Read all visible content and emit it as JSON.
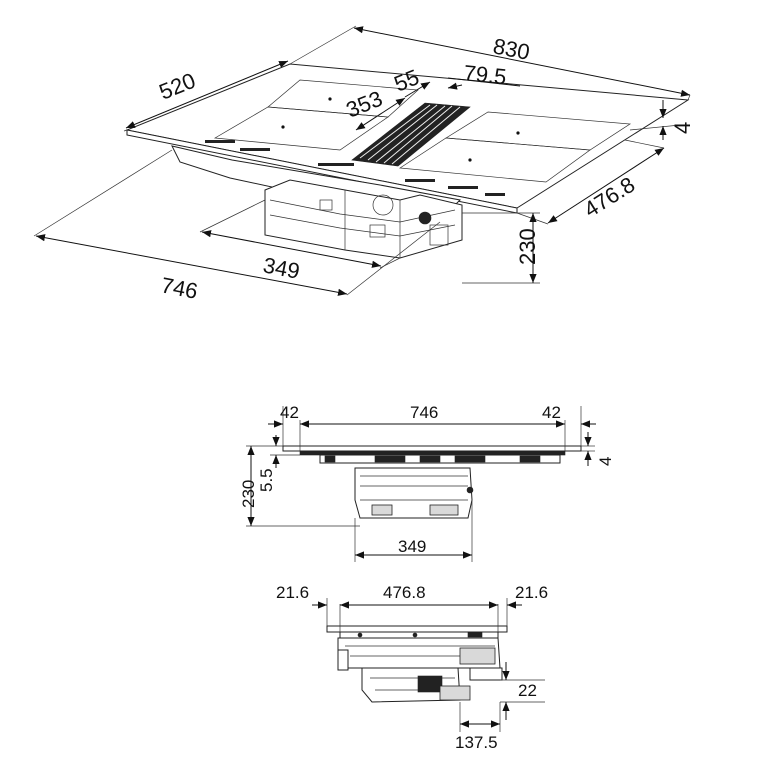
{
  "iso_view": {
    "width_total": "830",
    "depth_total": "520",
    "vent_offset": "55",
    "vent_width": "79.5",
    "vent_length": "353",
    "glass_thickness": "4",
    "cutout_depth": "476.8",
    "install_height": "230",
    "motor_width": "349",
    "cutout_width": "746"
  },
  "front_view": {
    "left_margin": "42",
    "cutout_width": "746",
    "right_margin": "42",
    "glass_thickness": "4",
    "total_height": "230",
    "frame_height": "5.5",
    "motor_width": "349"
  },
  "side_view": {
    "left_margin": "21.6",
    "cutout_depth": "476.8",
    "right_margin": "21.6",
    "offset": "22",
    "rear_depth": "137.5"
  }
}
